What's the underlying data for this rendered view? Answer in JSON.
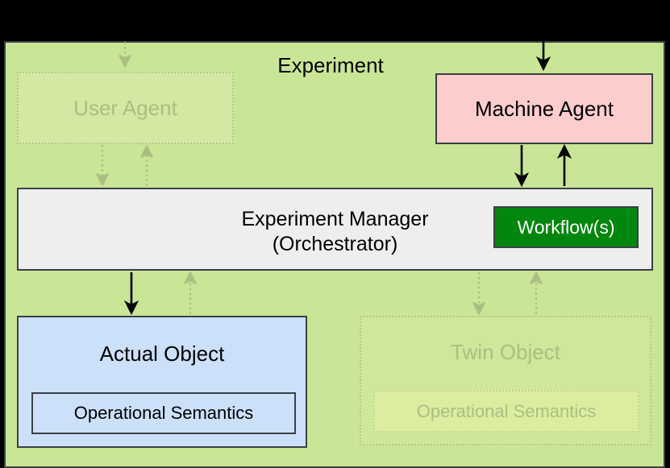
{
  "diagram": {
    "title": "Experiment",
    "background_color": "#000000",
    "panel_color": "#c9e596",
    "nodes": {
      "user_agent": {
        "label": "User Agent",
        "state": "faded",
        "fill": "#d4e8a3",
        "text_color": "#a9bf82"
      },
      "machine_agent": {
        "label": "Machine Agent",
        "state": "active",
        "fill": "#fbcdcd",
        "text_color": "#000000"
      },
      "experiment_manager": {
        "label": "Experiment Manager\n(Orchestrator)",
        "line1": "Experiment Manager",
        "line2": "(Orchestrator)",
        "state": "active",
        "fill": "#eeeeee",
        "text_color": "#000000"
      },
      "workflow": {
        "label": "Workflow(s)",
        "state": "active",
        "fill": "#00870e",
        "text_color": "#ffffff"
      },
      "actual_object": {
        "label": "Actual Object",
        "state": "active",
        "fill": "#cce0fa",
        "text_color": "#000000",
        "inner": {
          "label": "Operational Semantics",
          "fill": "#cce0fa",
          "text_color": "#000000"
        }
      },
      "twin_object": {
        "label": "Twin Object",
        "state": "faded",
        "fill": "#cfe79a",
        "text_color": "#a9bf82",
        "inner": {
          "label": "Operational Semantics",
          "fill": "#dced9f",
          "text_color": "#a9bf82"
        }
      }
    },
    "edges": [
      {
        "name": "to-user-agent",
        "from": "external-top",
        "to": "user_agent",
        "style": "dotted",
        "color": "#a9bf82"
      },
      {
        "name": "to-machine-agent",
        "from": "external-top",
        "to": "machine_agent",
        "style": "solid",
        "color": "#000000"
      },
      {
        "name": "user-agent-to-manager",
        "from": "user_agent",
        "to": "experiment_manager",
        "style": "dotted",
        "color": "#a9bf82"
      },
      {
        "name": "manager-to-user-agent",
        "from": "experiment_manager",
        "to": "user_agent",
        "style": "dotted",
        "color": "#a9bf82"
      },
      {
        "name": "machine-agent-to-manager",
        "from": "machine_agent",
        "to": "experiment_manager",
        "style": "solid",
        "color": "#000000"
      },
      {
        "name": "manager-to-machine-agent",
        "from": "experiment_manager",
        "to": "machine_agent",
        "style": "solid",
        "color": "#000000"
      },
      {
        "name": "manager-to-actual-object",
        "from": "experiment_manager",
        "to": "actual_object",
        "style": "solid",
        "color": "#000000"
      },
      {
        "name": "actual-object-to-manager",
        "from": "actual_object",
        "to": "experiment_manager",
        "style": "dotted",
        "color": "#a9bf82"
      },
      {
        "name": "manager-to-twin-object",
        "from": "experiment_manager",
        "to": "twin_object",
        "style": "dotted",
        "color": "#a9bf82"
      },
      {
        "name": "twin-object-to-manager",
        "from": "twin_object",
        "to": "experiment_manager",
        "style": "dotted",
        "color": "#a9bf82"
      }
    ]
  }
}
